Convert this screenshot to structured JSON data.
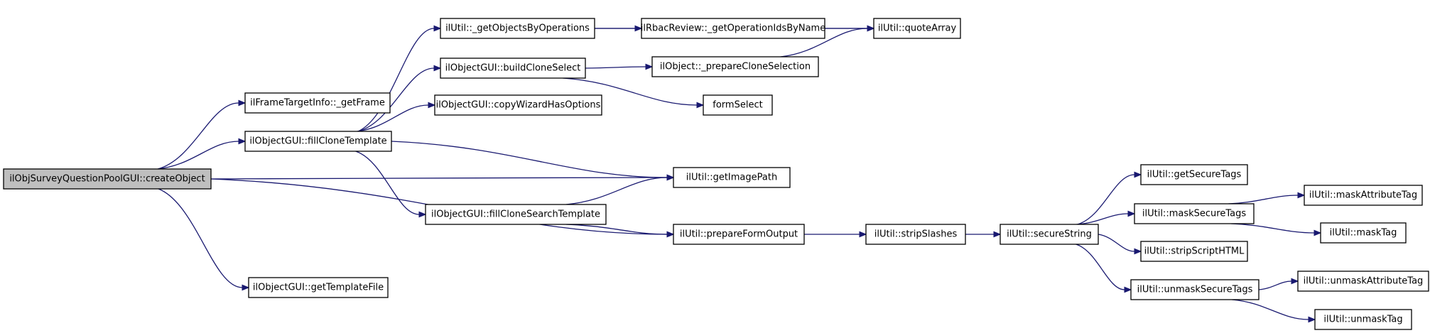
{
  "nodes": {
    "createObject": "ilObjSurveyQuestionPoolGUI::createObject",
    "getFrame": "ilFrameTargetInfo::_getFrame",
    "fillCloneTemplate": "ilObjectGUI::fillCloneTemplate",
    "getImagePath": "ilUtil::getImagePath",
    "prepareFormOutput": "ilUtil::prepareFormOutput",
    "getTemplateFile": "ilObjectGUI::getTemplateFile",
    "getObjectsByOperations": "ilUtil::_getObjectsByOperations",
    "buildCloneSelect": "ilObjectGUI::buildCloneSelect",
    "copyWizardHasOptions": "ilObjectGUI::copyWizardHasOptions",
    "fillCloneSearchTemplate": "ilObjectGUI::fillCloneSearchTemplate",
    "getOperationIdsByName": "ilRbacReview::_getOperationIdsByName",
    "quoteArray": "ilUtil::quoteArray",
    "prepareCloneSelection": "ilObject::_prepareCloneSelection",
    "formSelect": "formSelect",
    "stripSlashes": "ilUtil::stripSlashes",
    "secureString": "ilUtil::secureString",
    "getSecureTags": "ilUtil::getSecureTags",
    "maskSecureTags": "ilUtil::maskSecureTags",
    "stripScriptHTML": "ilUtil::stripScriptHTML",
    "unmaskSecureTags": "ilUtil::unmaskSecureTags",
    "maskAttributeTag": "ilUtil::maskAttributeTag",
    "maskTag": "ilUtil::maskTag",
    "unmaskAttributeTag": "ilUtil::unmaskAttributeTag",
    "unmaskTag": "ilUtil::unmaskTag"
  },
  "edges": [
    [
      "createObject",
      "getFrame"
    ],
    [
      "createObject",
      "fillCloneTemplate"
    ],
    [
      "createObject",
      "getImagePath"
    ],
    [
      "createObject",
      "prepareFormOutput"
    ],
    [
      "createObject",
      "getTemplateFile"
    ],
    [
      "fillCloneTemplate",
      "getObjectsByOperations"
    ],
    [
      "fillCloneTemplate",
      "buildCloneSelect"
    ],
    [
      "fillCloneTemplate",
      "copyWizardHasOptions"
    ],
    [
      "fillCloneTemplate",
      "getImagePath"
    ],
    [
      "fillCloneTemplate",
      "fillCloneSearchTemplate"
    ],
    [
      "getObjectsByOperations",
      "getOperationIdsByName"
    ],
    [
      "getObjectsByOperations",
      "quoteArray"
    ],
    [
      "getOperationIdsByName",
      "quoteArray"
    ],
    [
      "buildCloneSelect",
      "prepareCloneSelection"
    ],
    [
      "buildCloneSelect",
      "formSelect"
    ],
    [
      "prepareCloneSelection",
      "quoteArray"
    ],
    [
      "fillCloneSearchTemplate",
      "getImagePath"
    ],
    [
      "fillCloneSearchTemplate",
      "prepareFormOutput"
    ],
    [
      "prepareFormOutput",
      "stripSlashes"
    ],
    [
      "stripSlashes",
      "secureString"
    ],
    [
      "secureString",
      "getSecureTags"
    ],
    [
      "secureString",
      "maskSecureTags"
    ],
    [
      "secureString",
      "stripScriptHTML"
    ],
    [
      "secureString",
      "unmaskSecureTags"
    ],
    [
      "maskSecureTags",
      "maskAttributeTag"
    ],
    [
      "maskSecureTags",
      "maskTag"
    ],
    [
      "unmaskSecureTags",
      "unmaskAttributeTag"
    ],
    [
      "unmaskSecureTags",
      "unmaskTag"
    ]
  ],
  "colors": {
    "edge": "#191970",
    "root_fill": "#bfbfbf",
    "node_fill": "#ffffff",
    "node_border": "#000000"
  }
}
